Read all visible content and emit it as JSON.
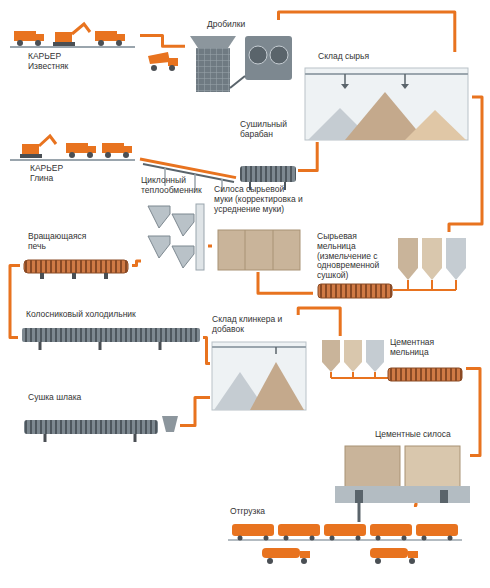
{
  "diagram": {
    "nodes": [
      {
        "text": [
          "КАРЬЕР Известняк"
        ]
      },
      {
        "text": [
          "Дробилки"
        ]
      },
      {
        "text": [
          "Склад сырья"
        ]
      },
      {
        "text": [
          "КАРЬЕР Глина"
        ]
      },
      {
        "text": [
          "Сушильный барабан"
        ]
      },
      {
        "text": [
          "Циклонный теплообменник"
        ]
      },
      {
        "text": [
          "Силоса сырьевой муки (корректировка и усреднение муки)"
        ]
      },
      {
        "text": [
          "Сырьевая мельница (измельчение с одновременной сушкой)"
        ]
      },
      {
        "text": [
          "Вращающаяся печь"
        ]
      },
      {
        "text": [
          "Колосниковый холодильник"
        ]
      },
      {
        "text": [
          "Склад клинкера и добавок"
        ]
      },
      {
        "text": [
          "Цементная мельница"
        ]
      },
      {
        "text": [
          "Сушка шлака"
        ]
      },
      {
        "text": [
          "Цементные силоса"
        ]
      },
      {
        "text": [
          "Отгрузка"
        ]
      }
    ],
    "edges": [
      {
        "from": 0,
        "to": 1,
        "arrow": "none"
      },
      {
        "from": 1,
        "to": 2,
        "arrow": "none"
      },
      {
        "from": 3,
        "to": 4,
        "arrow": "none"
      },
      {
        "from": 4,
        "to": 2,
        "arrow": "none"
      },
      {
        "from": 2,
        "to": 7,
        "arrow": "none"
      },
      {
        "from": 7,
        "to": 6,
        "arrow": "none"
      },
      {
        "from": 6,
        "to": 5,
        "arrow": "none"
      },
      {
        "from": 5,
        "to": 8,
        "arrow": "none"
      },
      {
        "from": 8,
        "to": 9,
        "arrow": "none"
      },
      {
        "from": 9,
        "to": 10,
        "arrow": "none"
      },
      {
        "from": 12,
        "to": 10,
        "arrow": "none"
      },
      {
        "from": 10,
        "to": 11,
        "arrow": "none"
      },
      {
        "from": 11,
        "to": 13,
        "arrow": "none"
      },
      {
        "from": 13,
        "to": 14,
        "arrow": "none"
      }
    ]
  }
}
